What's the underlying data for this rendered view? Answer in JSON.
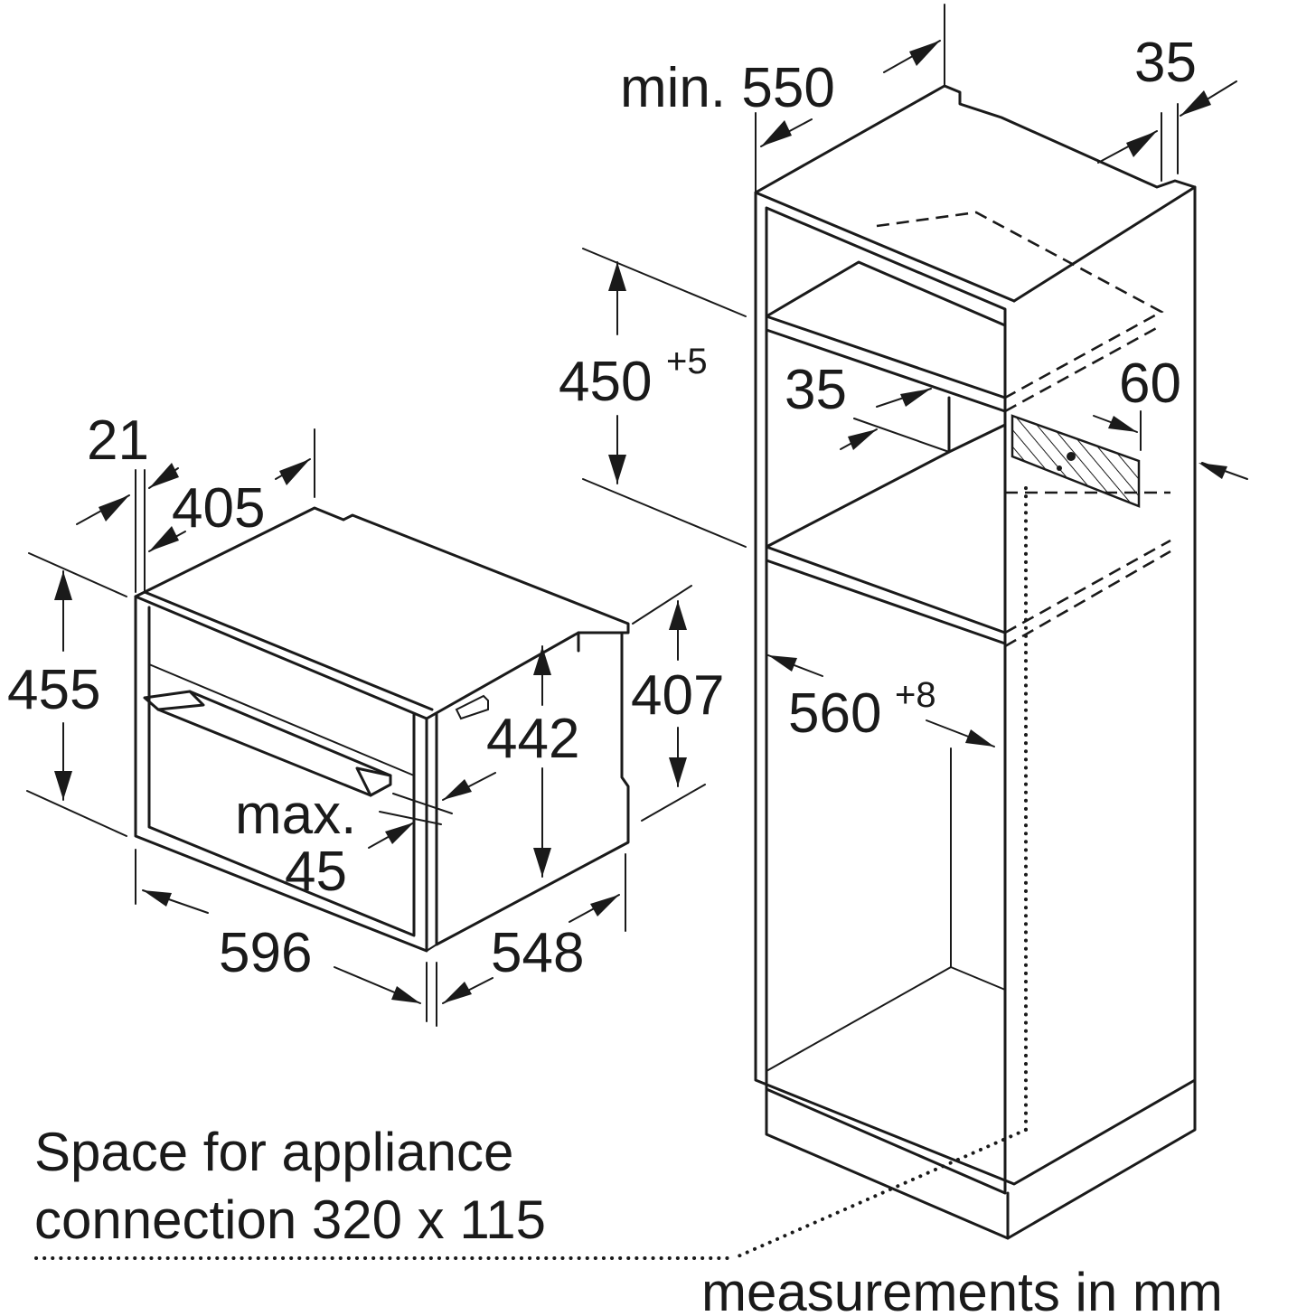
{
  "units_note": "measurements in mm",
  "connection_note": {
    "line1": "Space for appliance",
    "line2": "connection 320 x 115"
  },
  "appliance": {
    "depth_front_panel": "21",
    "top_depth": "405",
    "height_total": "455",
    "height_body": "407",
    "height_inner": "442",
    "handle_max_label": "max.",
    "handle_max_value": "45",
    "width": "596",
    "depth": "548"
  },
  "cabinet": {
    "min_depth_label": "min. 550",
    "back_gap": "35",
    "niche_height": "450",
    "niche_height_tol": "+5",
    "ventilation_gap": "35",
    "ventilation_depth": "60",
    "niche_width": "560",
    "niche_width_tol": "+8"
  }
}
